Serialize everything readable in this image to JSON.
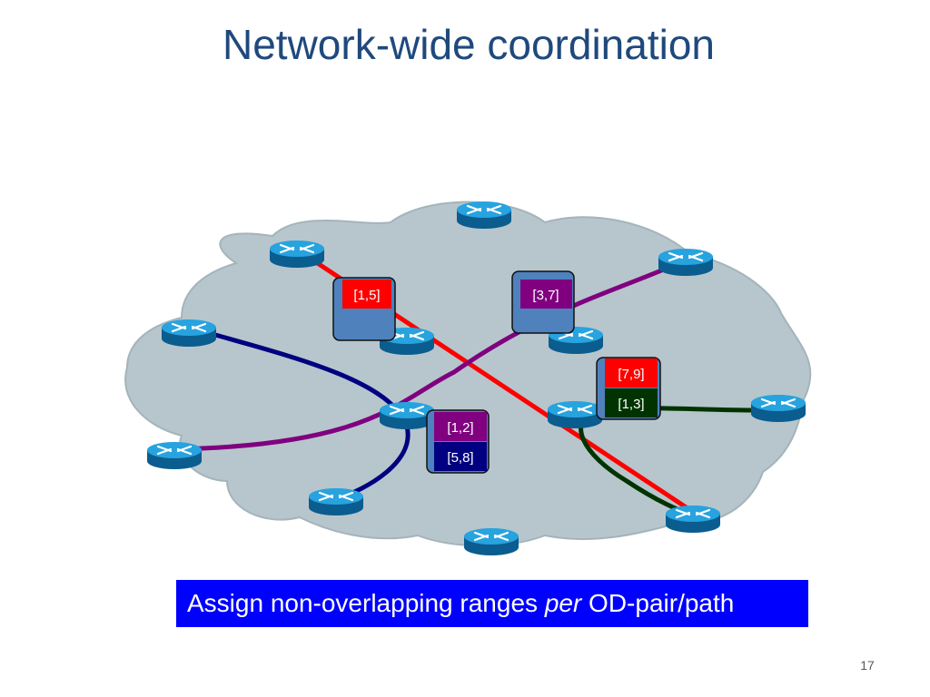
{
  "slide": {
    "title": "Network-wide coordination",
    "callout": {
      "text_before": "Assign non-overlapping ranges ",
      "text_emphasis": "per",
      "text_after": " OD-pair/path"
    },
    "page_number": "17"
  },
  "colors": {
    "title": "#1f497d",
    "cloud": "#b7c6cc",
    "router": "#1a8cc8",
    "path_red": "#ff0000",
    "path_purple": "#800080",
    "path_navy": "#000080",
    "path_darkgreen": "#003300",
    "card_blue": "#4f81bd",
    "callout_bg": "#0000ff"
  },
  "diagram": {
    "routers": [
      {
        "name": "router-top"
      },
      {
        "name": "router-upper-left"
      },
      {
        "name": "router-upper-right"
      },
      {
        "name": "router-left"
      },
      {
        "name": "router-center-left"
      },
      {
        "name": "router-center-right"
      },
      {
        "name": "router-center"
      },
      {
        "name": "router-center-east"
      },
      {
        "name": "router-right"
      },
      {
        "name": "router-far-left"
      },
      {
        "name": "router-bottom-left"
      },
      {
        "name": "router-bottom"
      },
      {
        "name": "router-bottom-right"
      }
    ],
    "range_labels": {
      "red_1_5": "[1,5]",
      "purple_3_7": "[3,7]",
      "red_7_9": "[7,9]",
      "green_1_3": "[1,3]",
      "purple_1_2": "[1,2]",
      "navy_5_8": "[5,8]"
    }
  }
}
